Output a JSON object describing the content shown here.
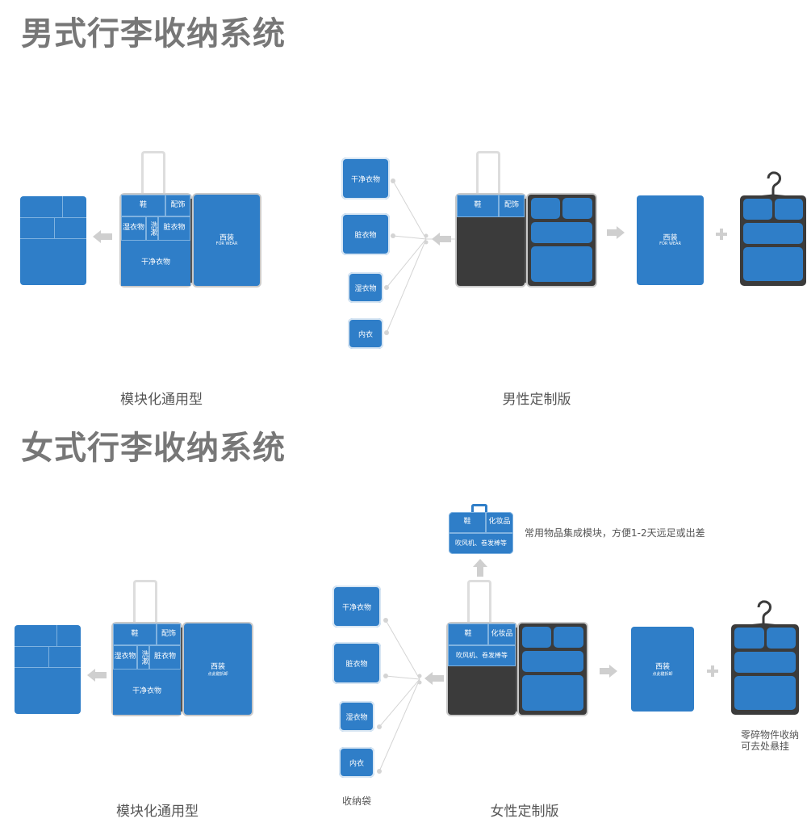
{
  "men": {
    "title": "男式行李收纳系统",
    "left": {
      "caption": "模块化通用型",
      "cells": {
        "shoes": "鞋",
        "accessories": "配饰",
        "wet": "湿衣物",
        "toiletries": "洗漱",
        "dirty": "脏衣物",
        "clean": "干净衣物"
      },
      "suit": "西装",
      "suit_sub": "FOR WEAR"
    },
    "right": {
      "caption": "男性定制版",
      "bags": [
        "干净衣物",
        "脏衣物",
        "湿衣物",
        "内衣"
      ],
      "top_cells": {
        "shoes": "鞋",
        "accessories": "配饰"
      },
      "suit": "西装",
      "suit_sub": "FOR WEAR"
    }
  },
  "women": {
    "title": "女式行李收纳系统",
    "left": {
      "caption": "模块化通用型",
      "cells": {
        "shoes": "鞋",
        "accessories": "配饰",
        "wet": "湿衣物",
        "toiletries": "洗漱",
        "dirty": "脏衣物",
        "clean": "干净衣物"
      },
      "suit": "西装",
      "suit_sub": "点此键拆卸"
    },
    "right": {
      "caption": "女性定制版",
      "bags": [
        "干净衣物",
        "脏衣物",
        "湿衣物",
        "内衣"
      ],
      "bags_caption": "收纳袋",
      "top_cells": {
        "shoes": "鞋",
        "cosmetics": "化妆品",
        "dryer": "吹风机、卷发棒等"
      },
      "module": {
        "shoes": "鞋",
        "cosmetics": "化妆品",
        "dryer": "吹风机、卷发棒等"
      },
      "module_note": "常用物品集成模块，方便1-2天远足或出差",
      "suit": "西装",
      "suit_sub": "点此键拆卸",
      "hanger_note_line1": "零碎物件收纳",
      "hanger_note_line2": "可去处悬挂"
    }
  },
  "colors": {
    "blue": "#2f7ec8",
    "dark": "#3b3b3b",
    "arrow": "#cfcfcf",
    "line": "#cfcfcf"
  }
}
